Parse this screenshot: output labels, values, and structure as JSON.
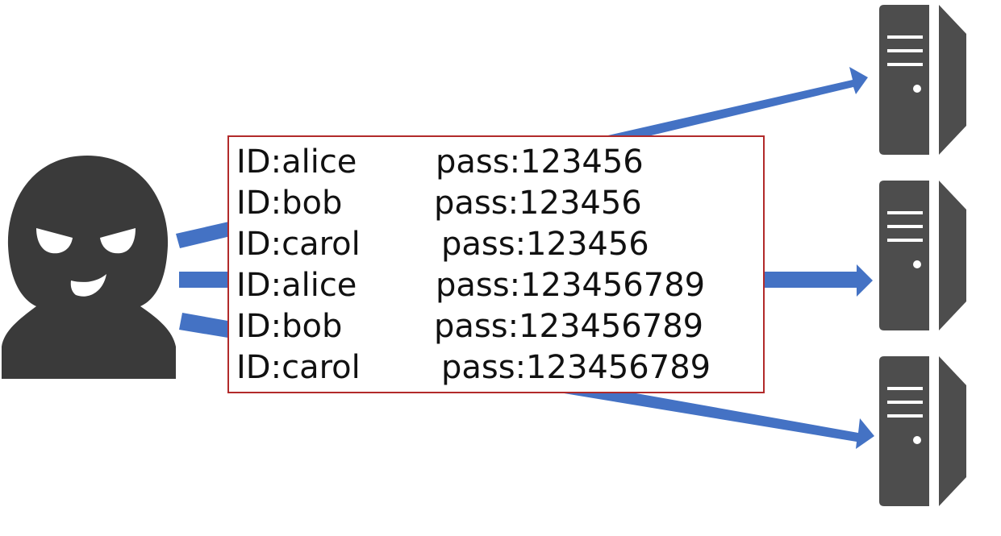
{
  "colors": {
    "arrow": "#4472c4",
    "figure": "#3a3a3a",
    "server": "#4d4d4d",
    "box_border": "#b22a2a"
  },
  "icons": {
    "attacker": "masked-attacker-icon",
    "server": "server-tower-icon"
  },
  "credentials": [
    {
      "id": "ID:alice",
      "pass": "pass:123456"
    },
    {
      "id": "ID:bob",
      "pass": "pass:123456"
    },
    {
      "id": "ID:carol",
      "pass": "pass:123456"
    },
    {
      "id": "ID:alice",
      "pass": "pass:123456789"
    },
    {
      "id": "ID:bob",
      "pass": "pass:123456789"
    },
    {
      "id": "ID:carol",
      "pass": "pass:123456789"
    }
  ]
}
